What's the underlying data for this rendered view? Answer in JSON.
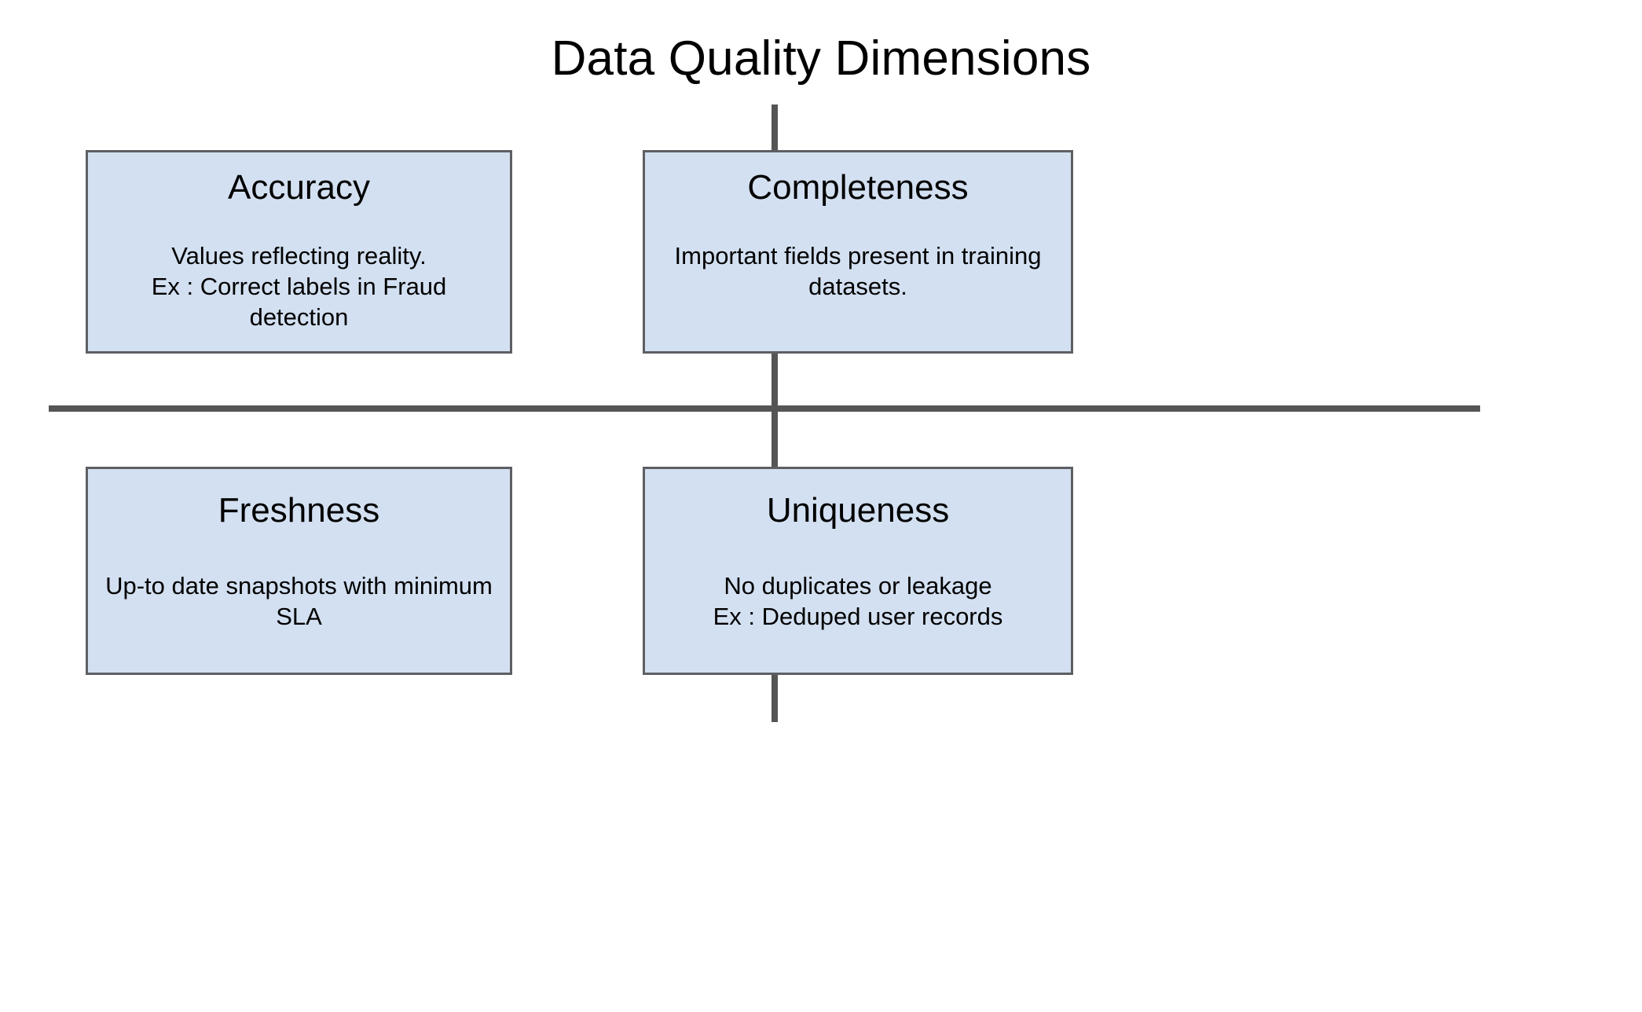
{
  "title": "Data Quality Dimensions",
  "colors": {
    "background": "#ffffff",
    "card_fill": "#d3e0f1",
    "card_border": "#5d5f63",
    "divider": "#555555",
    "text": "#000000"
  },
  "quadrants": [
    {
      "key": "accuracy",
      "heading": "Accuracy",
      "body": "Values reflecting reality.\nEx : Correct labels in Fraud detection",
      "position": "top-left"
    },
    {
      "key": "completeness",
      "heading": "Completeness",
      "body": "Important fields present in training datasets.",
      "position": "top-right"
    },
    {
      "key": "freshness",
      "heading": "Freshness",
      "body": "Up-to date snapshots with minimum SLA",
      "position": "bottom-left"
    },
    {
      "key": "uniqueness",
      "heading": "Uniqueness",
      "body": "No duplicates or leakage\nEx : Deduped user records",
      "position": "bottom-right"
    }
  ],
  "chart_data": {
    "type": "table",
    "title": "Data Quality Dimensions",
    "categories": [
      "Accuracy",
      "Completeness",
      "Freshness",
      "Uniqueness"
    ],
    "values": [
      "Values reflecting reality. Ex : Correct labels in Fraud detection",
      "Important fields present in training datasets.",
      "Up-to date snapshots with minimum SLA",
      "No duplicates or leakage Ex : Deduped user records"
    ],
    "layout": "2x2-quadrant",
    "grid": true,
    "legend": "none"
  }
}
